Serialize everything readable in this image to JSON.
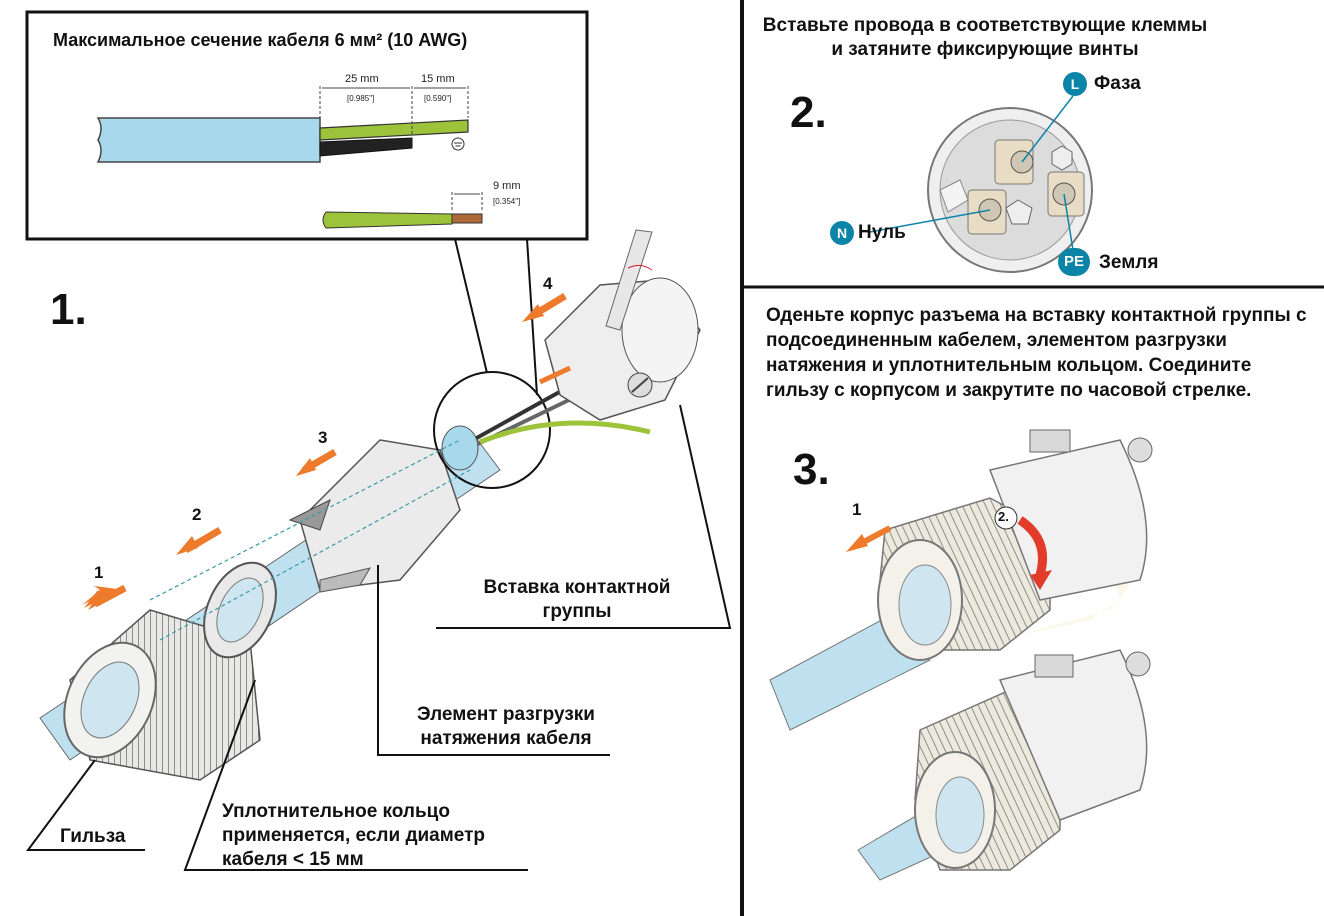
{
  "step1": {
    "number": "1.",
    "inset_title": "Максимальное  сечение кабеля   6 мм² (10 AWG)",
    "dim_25": "25 mm",
    "dim_25_in": "[0.985\"]",
    "dim_15": "15 mm",
    "dim_15_in": "[0.590\"]",
    "dim_9": "9 mm",
    "dim_9_in": "[0.354\"]",
    "arrow_labels": [
      "1",
      "2",
      "3",
      "4"
    ],
    "label_contact_insert": "Вставка контактной группы",
    "label_strain_relief": "Элемент разгрузки натяжения кабеля",
    "label_seal": "Уплотнительное кольцо применяется, если диаметр кабеля < 15 мм",
    "label_sleeve": "Гильза"
  },
  "step2": {
    "number": "2.",
    "instruction": "Вставьте провода в соответствующие клеммы и затяните фиксирующие винты",
    "phase_badge": "L",
    "phase_label": "Фаза",
    "neutral_badge": "N",
    "neutral_label": "Нуль",
    "earth_badge": "PE",
    "earth_label": "Земля"
  },
  "step3": {
    "number": "3.",
    "instruction": "Оденьте корпус разъема на вставку контактной группы с подсоединенным кабелем, элементом разгрузки натяжения и уплотнительным кольцом. Соедините гильзу с корпусом и закрутите по часовой стрелке.",
    "arrow_1": "1",
    "arrow_2": "2."
  },
  "colors": {
    "cable": "#a8d8ec",
    "wire_green": "#9dc33b",
    "arrow": "#ee7a2b",
    "badge": "#0b84a8",
    "panel_border": "#111111"
  },
  "icons": [
    "ground-symbol-icon",
    "screw-icon",
    "rotation-arrow-icon"
  ]
}
